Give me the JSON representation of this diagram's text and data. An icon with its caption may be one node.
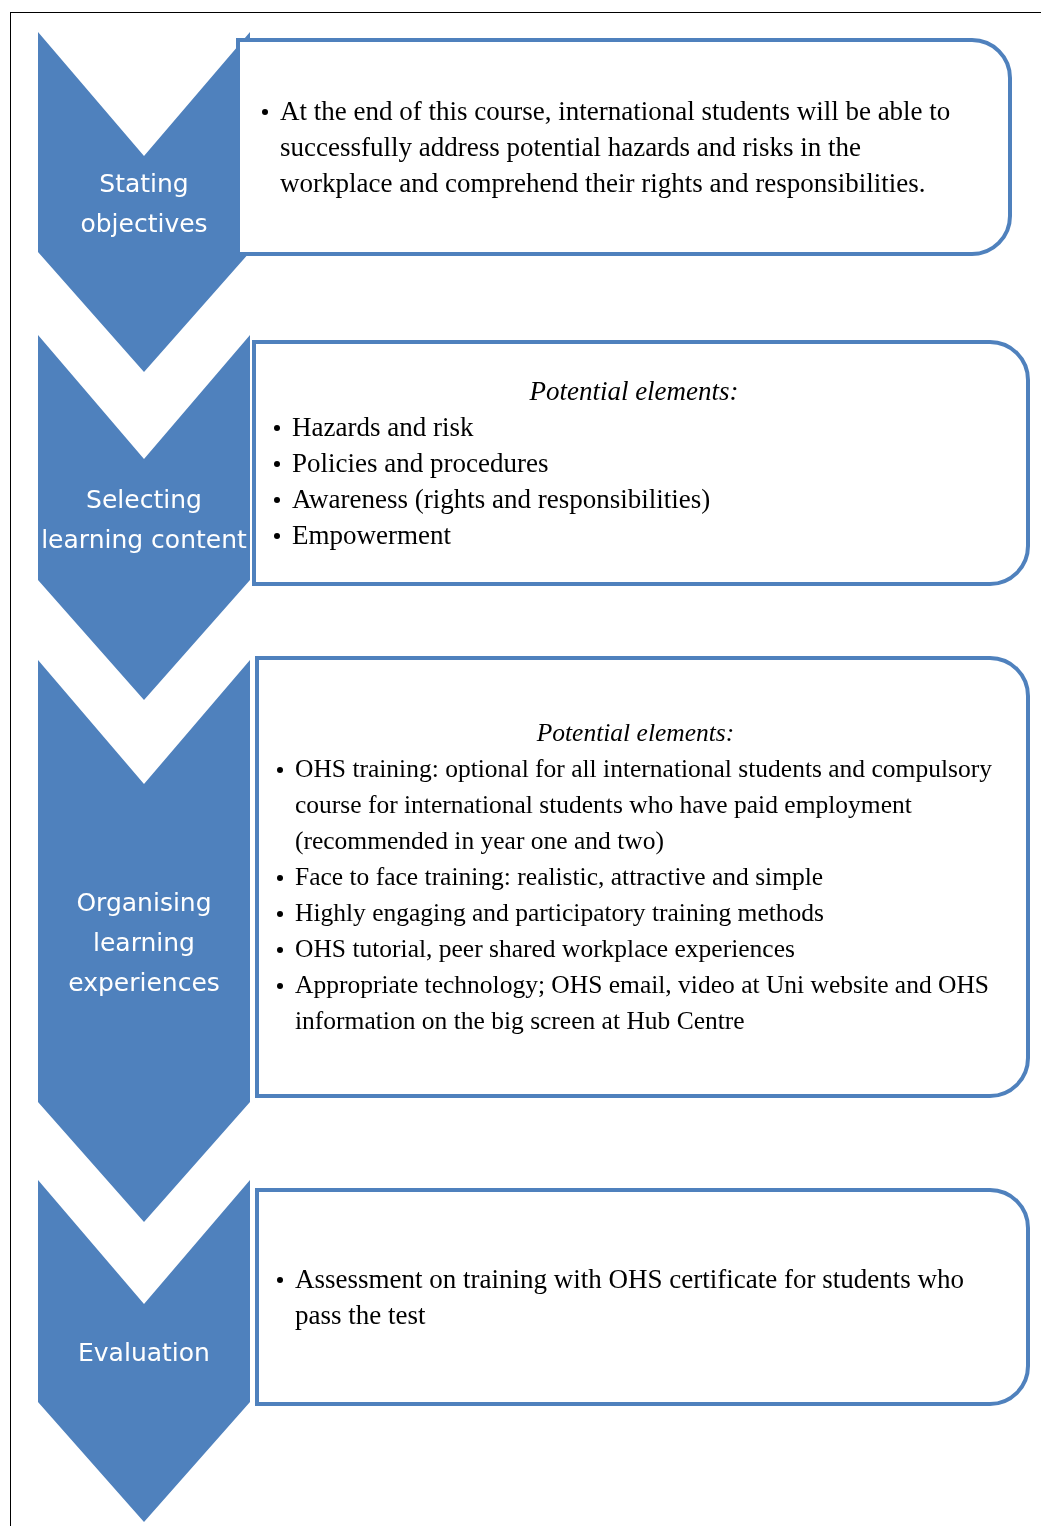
{
  "diagram": {
    "nodes": [
      {
        "text": [
          "Stating objectives"
        ]
      },
      {
        "text": [
          "At the end of this course, international students will be able to successfully address potential hazards and risks in the workplace and comprehend their rights and responsibilities."
        ]
      },
      {
        "text": [
          "Selecting learning content"
        ]
      },
      {
        "text": [
          "Potential elements:",
          "Hazards and risk",
          "Policies and procedures",
          "Awareness (rights and responsibilities)",
          "Empowerment"
        ]
      },
      {
        "text": [
          "Organising learning experiences"
        ]
      },
      {
        "text": [
          "Potential elements:",
          "OHS training: optional for all international students and compulsory course for international students who have paid employment (recommended in year one and two)",
          "Face to face training: realistic, attractive and simple",
          "Highly engaging and participatory training methods",
          "OHS tutorial, peer shared workplace experiences",
          "Appropriate technology; OHS email, video at Uni website and OHS information on the big screen at Hub Centre"
        ]
      },
      {
        "text": [
          "Evaluation"
        ]
      },
      {
        "text": [
          "Assessment on training with OHS certificate for students who pass the test"
        ]
      }
    ]
  }
}
